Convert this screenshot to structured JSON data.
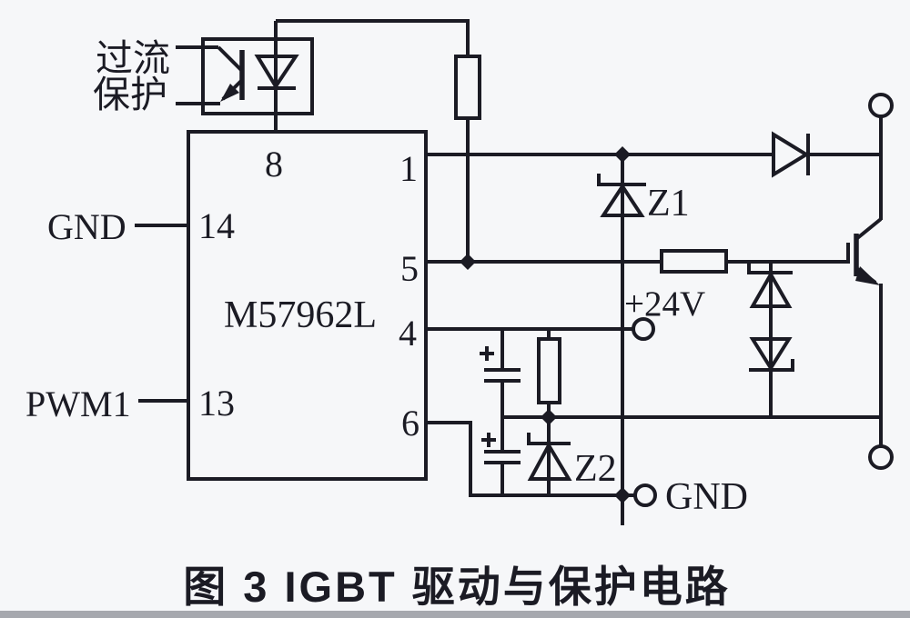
{
  "figure": {
    "caption": "图 3  IGBT 驱动与保护电路",
    "ic": {
      "name": "M57962L",
      "pins": {
        "pin8": "8",
        "pin1": "1",
        "pin14": "14",
        "pin5": "5",
        "pin4": "4",
        "pin13": "13",
        "pin6": "6"
      }
    },
    "labels": {
      "overcurrent_line1": "过流",
      "overcurrent_line2": "保护",
      "gnd_input": "GND",
      "pwm_input": "PWM1",
      "supply": "+24V",
      "gnd_terminal": "GND",
      "zener1": "Z1",
      "zener2": "Z2"
    },
    "colors": {
      "line": "#1b1b24",
      "background": "#f6f7f9",
      "footer_bar": "#a6a8ae"
    }
  }
}
